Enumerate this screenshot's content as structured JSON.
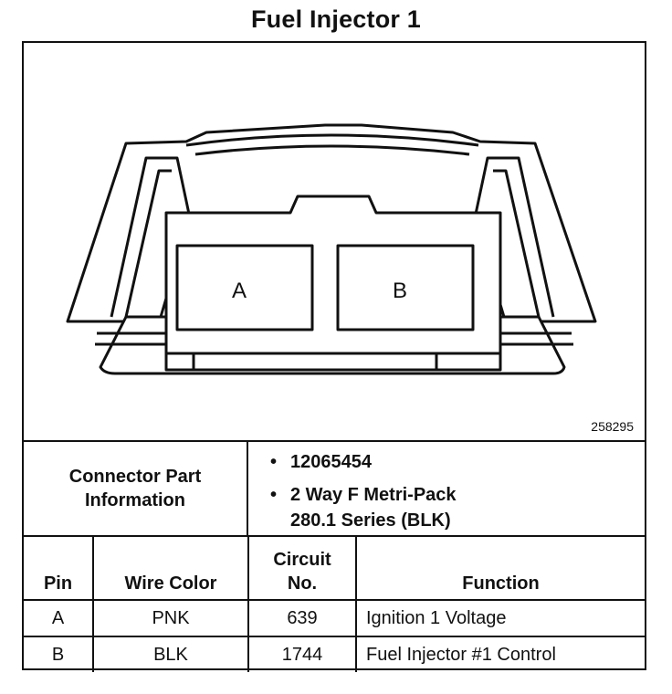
{
  "title": "Fuel Injector 1",
  "diagram": {
    "pins": [
      "A",
      "B"
    ],
    "reference_number": "258295"
  },
  "connector_info": {
    "label_line1": "Connector Part",
    "label_line2": "Information",
    "items": [
      {
        "bullet": "•",
        "lines": [
          "12065454"
        ]
      },
      {
        "bullet": "•",
        "lines": [
          "2 Way F Metri-Pack",
          "280.1 Series (BLK)"
        ]
      }
    ]
  },
  "table": {
    "headers": {
      "pin": "Pin",
      "wire_color": "Wire Color",
      "circuit_line1": "Circuit",
      "circuit_line2": "No.",
      "function": "Function"
    },
    "rows": [
      {
        "pin": "A",
        "wire_color": "PNK",
        "circuit": "639",
        "function": "Ignition 1 Voltage"
      },
      {
        "pin": "B",
        "wire_color": "BLK",
        "circuit": "1744",
        "function": "Fuel Injector #1 Control"
      }
    ]
  }
}
